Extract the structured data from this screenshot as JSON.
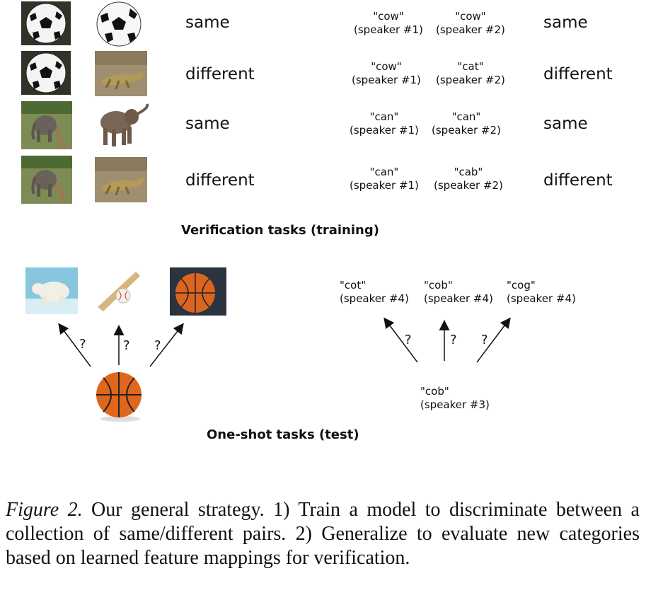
{
  "verification": {
    "rows": [
      {
        "image_left": "soccer-ball",
        "image_right": "soccer-ball",
        "image_label": "same",
        "word1": "\"cow\"",
        "spk1": "(speaker #1)",
        "word2": "\"cow\"",
        "spk2": "(speaker #2)",
        "audio_label": "same"
      },
      {
        "image_left": "soccer-ball",
        "image_right": "crocodile",
        "image_label": "different",
        "word1": "\"cow\"",
        "spk1": "(speaker #1)",
        "word2": "\"cat\"",
        "spk2": "(speaker #2)",
        "audio_label": "different"
      },
      {
        "image_left": "elephant",
        "image_right": "elephant",
        "image_label": "same",
        "word1": "\"can\"",
        "spk1": "(speaker #1)",
        "word2": "\"can\"",
        "spk2": "(speaker #2)",
        "audio_label": "same"
      },
      {
        "image_left": "elephant",
        "image_right": "crocodile",
        "image_label": "different",
        "word1": "\"can\"",
        "spk1": "(speaker #1)",
        "word2": "\"cab\"",
        "spk2": "(speaker #2)",
        "audio_label": "different"
      }
    ],
    "title": "Verification tasks (training)"
  },
  "oneshot": {
    "candidates_images": [
      "polar-bear",
      "baseball-bat",
      "basketball"
    ],
    "query_image": "basketball",
    "question_mark": "?",
    "candidates_audio": [
      {
        "word": "\"cot\"",
        "spk": "(speaker #4)"
      },
      {
        "word": "\"cob\"",
        "spk": "(speaker #4)"
      },
      {
        "word": "\"cog\"",
        "spk": "(speaker #4)"
      }
    ],
    "query_audio": {
      "word": "\"cob\"",
      "spk": "(speaker #3)"
    },
    "title": "One-shot tasks (test)"
  },
  "caption": {
    "prefix": "Figure 2.",
    "text": " Our general strategy.  1) Train a model to discriminate between a collection of same/different pairs.  2) Generalize to evaluate new categories based on learned feature mappings for verification."
  }
}
